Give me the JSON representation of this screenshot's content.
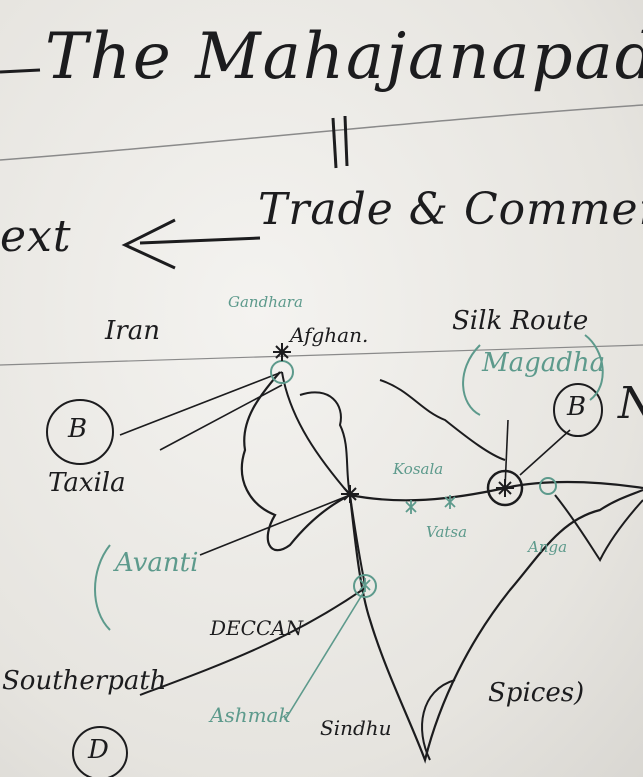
{
  "whiteboard": {
    "title": "The Mahajanapada",
    "subtitle": "Trade & Commerc",
    "left_fragment": "ext",
    "labels": {
      "iran": "Iran",
      "gandhara": "Gandhara",
      "afghan": "Afghan.",
      "silk_route": "Silk Route",
      "magadha": "Magadha",
      "b_right": "B",
      "n_fragment": "N",
      "b_left": "B",
      "taxila": "Taxila",
      "avanti": "Avanti",
      "kosala": "Kosala",
      "vatsa": "Vatsa",
      "anga": "Anga",
      "deccan": "DECCAN",
      "southpath": "Southerpath",
      "ashmak": "Ashmak",
      "sindhu": "Sindhu",
      "spices": "Spices)",
      "d_bottom": "D"
    },
    "colors": {
      "black_ink": "#1c1c1e",
      "teal_ink": "#5d9a8c",
      "board": "#f1f0ec"
    }
  }
}
